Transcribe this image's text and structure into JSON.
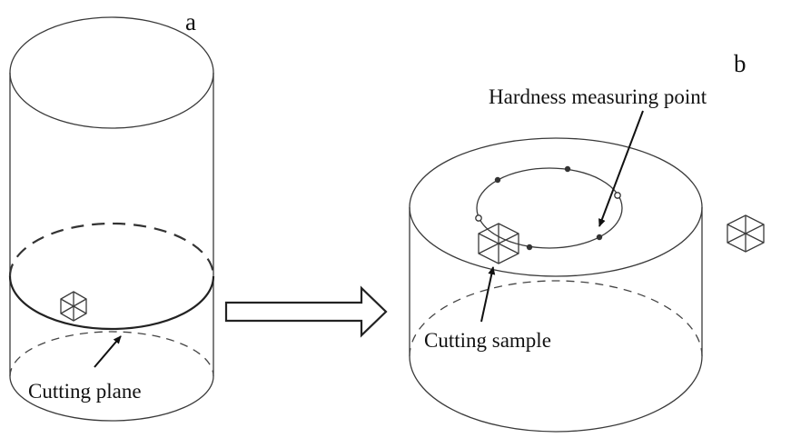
{
  "panel_a": {
    "letter": "a",
    "cutting_plane_label": "Cutting plane"
  },
  "panel_b": {
    "letter": "b",
    "hardness_label": "Hardness measuring point",
    "cutting_sample_label": "Cutting sample"
  }
}
